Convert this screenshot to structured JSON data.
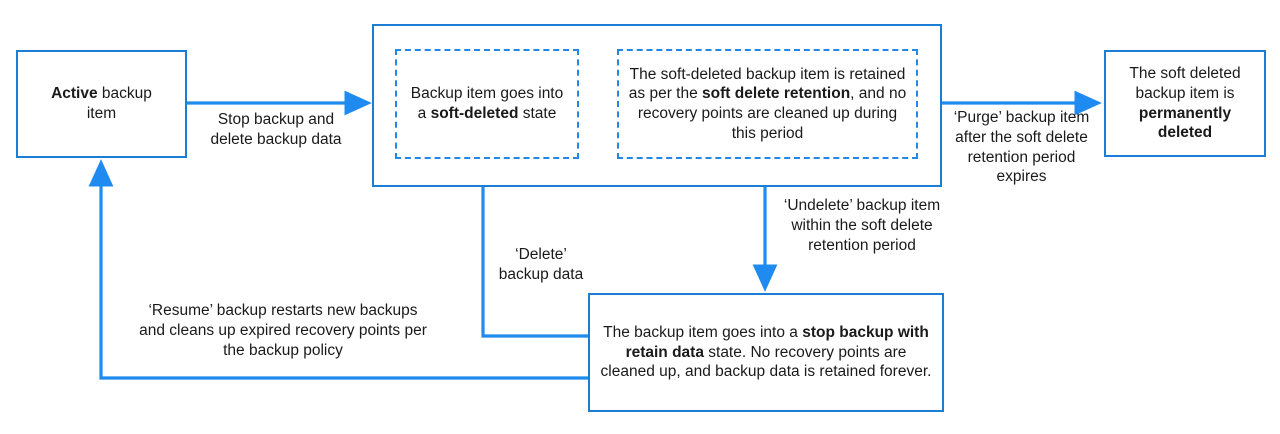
{
  "diagram": {
    "title": "Backup item soft delete lifecycle",
    "accent_color": "#1a7fd4",
    "arrow_color": "#1f8bf0",
    "dashed_color": "#2387e8",
    "text_color": "#1a1a1a"
  },
  "nodes": {
    "active": {
      "name": "active-backup-item",
      "line1_bold": "Active",
      "line1_rest": " backup",
      "line2": "item"
    },
    "soft_deleted": {
      "name": "soft-deleted-state",
      "part1": "Backup item goes into a ",
      "bold1": "soft-deleted",
      "part2": " state"
    },
    "retention": {
      "name": "soft-delete-retention",
      "part1": "The soft-deleted backup item is retained as per the ",
      "bold1": "soft delete retention",
      "part2": ", and no recovery points are cleaned up during this period"
    },
    "permanently_deleted": {
      "name": "permanently-deleted",
      "part1": "The soft deleted backup item is ",
      "bold1": "permanently deleted"
    },
    "stop_retain": {
      "name": "stop-backup-with-retain-data",
      "part1": "The backup item goes into a ",
      "bold1": "stop backup with retain data",
      "part2": " state. No recovery points are cleaned up, and backup data is retained forever."
    }
  },
  "labels": {
    "stop_delete": "Stop backup and delete  backup data",
    "purge": "‘Purge’ backup item after the soft delete retention period expires",
    "undelete": "‘Undelete’ backup item within the soft delete retention period",
    "delete_backup_data": "‘Delete’ backup data",
    "resume": "‘Resume’ backup restarts new backups and cleans up expired recovery points per the backup policy"
  }
}
